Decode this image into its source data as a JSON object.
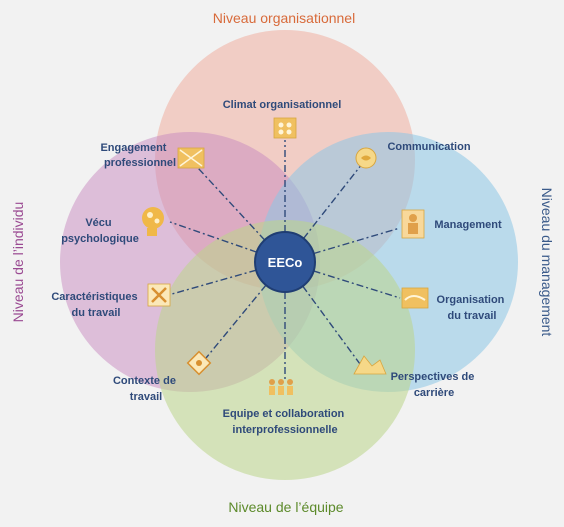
{
  "levels": {
    "organisational": "Niveau organisationnel",
    "individual": "Niveau de l’individu",
    "management": "Niveau du management",
    "team": "Niveau de l’équipe"
  },
  "center": "EECo",
  "factors": {
    "climat": "Climat organisationnel",
    "engagement": [
      "Engagement",
      "professionnel"
    ],
    "communication": "Communication",
    "vecu": [
      "Vécu",
      "psychologique"
    ],
    "management": "Management",
    "caracteristiques": [
      "Caractéristiques",
      "du travail"
    ],
    "organisation": [
      "Organisation",
      "du travail"
    ],
    "contexte": [
      "Contexte de",
      "travail"
    ],
    "perspectives": [
      "Perspectives de",
      "carrière"
    ],
    "equipe": [
      "Equipe et collaboration",
      "interprofessionnelle"
    ]
  },
  "colors": {
    "organisational": "#e8866a",
    "individual": "#b06aa8",
    "management": "#5aa0cc",
    "team": "#a9c66a",
    "center": "#2f5597",
    "label_text": "#2f4a7a",
    "icon": "#f0c060"
  }
}
